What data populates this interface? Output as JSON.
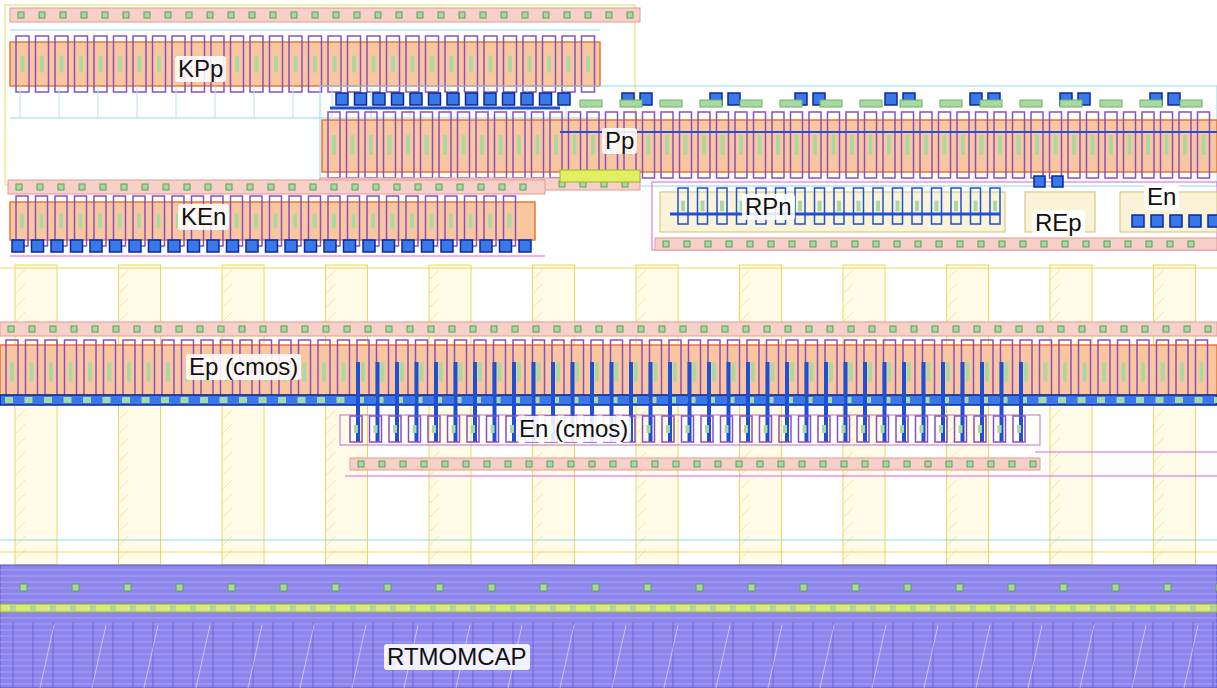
{
  "diagram": {
    "labels": [
      "KPp",
      "Pp",
      "KEn",
      "RPn",
      "REp",
      "En",
      "Ep (cmos)",
      "En (cmos)",
      "RTMOMCAP"
    ]
  }
}
